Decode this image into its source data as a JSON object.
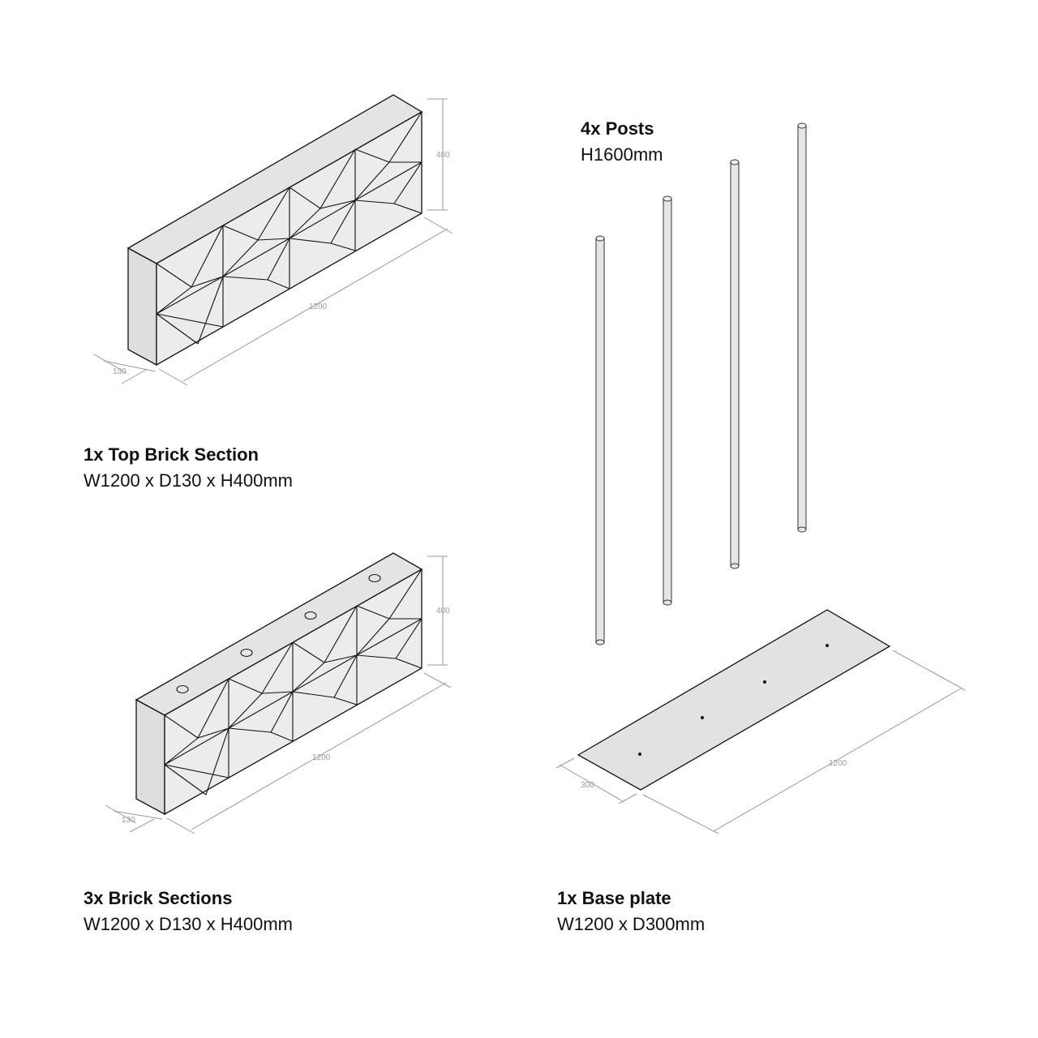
{
  "top_brick": {
    "title": "1x Top Brick Section",
    "spec": "W1200 x D130 x H400mm",
    "dims": {
      "height": "400",
      "width": "1200",
      "depth": "130"
    }
  },
  "brick_sections": {
    "title": "3x Brick Sections",
    "spec": "W1200 x D130 x H400mm",
    "dims": {
      "height": "400",
      "width": "1200",
      "depth": "130"
    }
  },
  "posts": {
    "title": "4x Posts",
    "spec": "H1600mm"
  },
  "base_plate": {
    "title": "1x Base plate",
    "spec": "W1200 x D300mm",
    "dims": {
      "width": "1200",
      "depth": "300"
    }
  }
}
